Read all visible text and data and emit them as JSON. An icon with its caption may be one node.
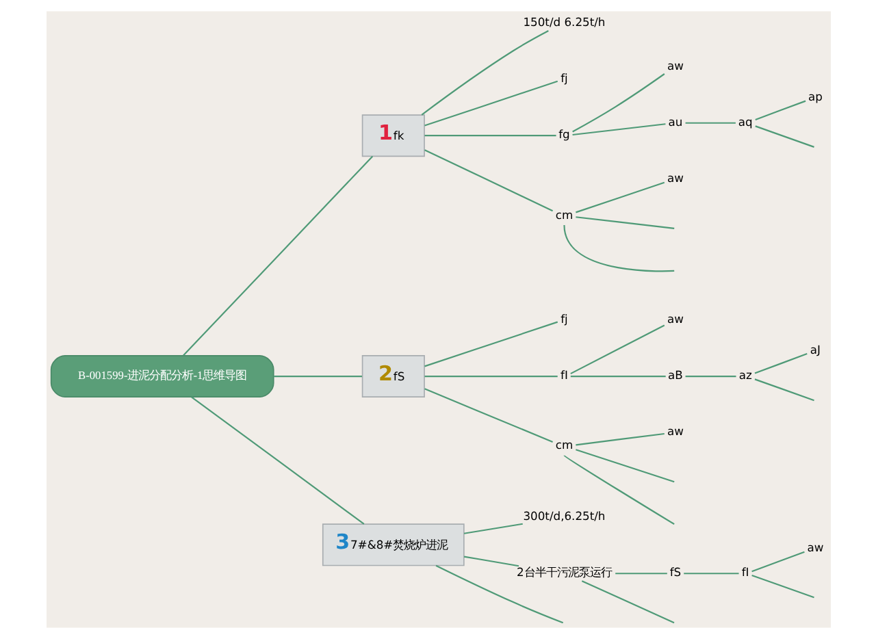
{
  "diagram": {
    "nodes": [
      {
        "text": [
          "B-001599-进泥分配分析-1思维导图"
        ]
      },
      {
        "text": [
          "1",
          "fk"
        ]
      },
      {
        "text": [
          "150t/d 6.25t/h"
        ]
      },
      {
        "text": [
          "fj"
        ]
      },
      {
        "text": [
          "fg"
        ]
      },
      {
        "text": [
          "aw"
        ]
      },
      {
        "text": [
          "au"
        ]
      },
      {
        "text": [
          "aq"
        ]
      },
      {
        "text": [
          "ap"
        ]
      },
      {
        "text": [
          "cm"
        ]
      },
      {
        "text": [
          "aw"
        ]
      },
      {
        "text": [
          "2",
          "fS"
        ]
      },
      {
        "text": [
          "fj"
        ]
      },
      {
        "text": [
          "fI"
        ]
      },
      {
        "text": [
          "aw"
        ]
      },
      {
        "text": [
          "aB"
        ]
      },
      {
        "text": [
          "az"
        ]
      },
      {
        "text": [
          "aJ"
        ]
      },
      {
        "text": [
          "cm"
        ]
      },
      {
        "text": [
          "aw"
        ]
      },
      {
        "text": [
          "3",
          "7#&8#焚烧炉进泥"
        ]
      },
      {
        "text": [
          "300t/d,6.25t/h"
        ]
      },
      {
        "text": [
          "2台半干污泥泵运行"
        ]
      },
      {
        "text": [
          "fS"
        ]
      },
      {
        "text": [
          "fI"
        ]
      },
      {
        "text": [
          "aw"
        ]
      }
    ],
    "edges": [
      {
        "from": 0,
        "to": 1,
        "arrow": "none"
      },
      {
        "from": 1,
        "to": 2,
        "arrow": "none"
      },
      {
        "from": 1,
        "to": 3,
        "arrow": "none"
      },
      {
        "from": 1,
        "to": 4,
        "arrow": "none"
      },
      {
        "from": 4,
        "to": 5,
        "arrow": "none"
      },
      {
        "from": 4,
        "to": 6,
        "arrow": "none"
      },
      {
        "from": 6,
        "to": 7,
        "arrow": "none"
      },
      {
        "from": 7,
        "to": 8,
        "arrow": "none"
      },
      {
        "from": 7,
        "to": null,
        "arrow": "none"
      },
      {
        "from": 1,
        "to": 9,
        "arrow": "none"
      },
      {
        "from": 9,
        "to": 10,
        "arrow": "none"
      },
      {
        "from": 9,
        "to": null,
        "arrow": "none"
      },
      {
        "from": 9,
        "to": null,
        "arrow": "none"
      },
      {
        "from": 0,
        "to": 11,
        "arrow": "none"
      },
      {
        "from": 11,
        "to": 12,
        "arrow": "none"
      },
      {
        "from": 11,
        "to": 13,
        "arrow": "none"
      },
      {
        "from": 13,
        "to": 14,
        "arrow": "none"
      },
      {
        "from": 13,
        "to": 15,
        "arrow": "none"
      },
      {
        "from": 15,
        "to": 16,
        "arrow": "none"
      },
      {
        "from": 16,
        "to": 17,
        "arrow": "none"
      },
      {
        "from": 16,
        "to": null,
        "arrow": "none"
      },
      {
        "from": 11,
        "to": 18,
        "arrow": "none"
      },
      {
        "from": 18,
        "to": 19,
        "arrow": "none"
      },
      {
        "from": 18,
        "to": null,
        "arrow": "none"
      },
      {
        "from": 18,
        "to": null,
        "arrow": "none"
      },
      {
        "from": 0,
        "to": 20,
        "arrow": "none"
      },
      {
        "from": 20,
        "to": 21,
        "arrow": "none"
      },
      {
        "from": 20,
        "to": 22,
        "arrow": "none"
      },
      {
        "from": 22,
        "to": 23,
        "arrow": "none"
      },
      {
        "from": 23,
        "to": 24,
        "arrow": "none"
      },
      {
        "from": 24,
        "to": 25,
        "arrow": "none"
      },
      {
        "from": 24,
        "to": null,
        "arrow": "none"
      },
      {
        "from": 22,
        "to": null,
        "arrow": "none"
      },
      {
        "from": 20,
        "to": null,
        "arrow": "none"
      }
    ]
  }
}
